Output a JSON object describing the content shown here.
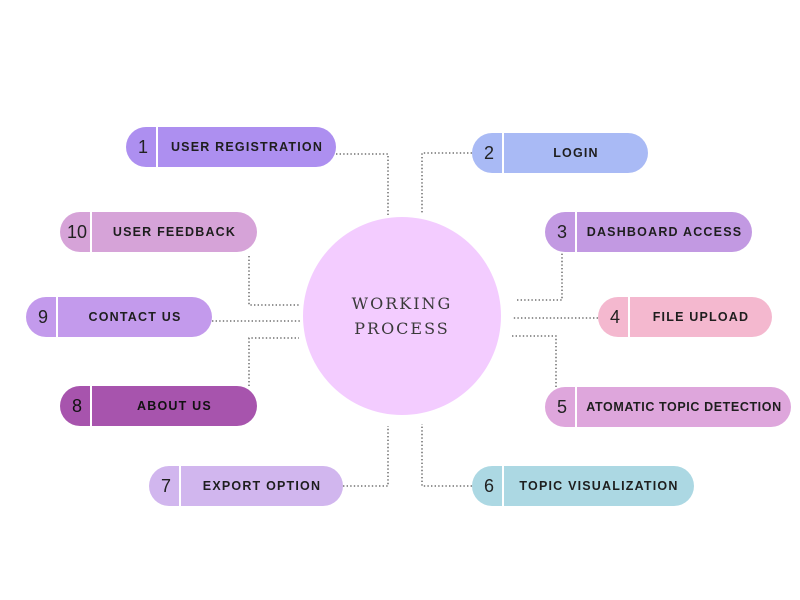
{
  "center": {
    "line1": "WORKING",
    "line2": "PROCESS",
    "color": "#f3ccff"
  },
  "steps": [
    {
      "num": "1",
      "label": "USER REGISTRATION",
      "color": "#ad8ff0"
    },
    {
      "num": "2",
      "label": "LOGIN",
      "color": "#a9baf5"
    },
    {
      "num": "3",
      "label": "DASHBOARD ACCESS",
      "color": "#c299e2"
    },
    {
      "num": "4",
      "label": "FILE UPLOAD",
      "color": "#f4b8cf"
    },
    {
      "num": "5",
      "label": "ATOMATIC TOPIC DETECTION",
      "color": "#dea6dc"
    },
    {
      "num": "6",
      "label": "TOPIC VISUALIZATION",
      "color": "#acd8e3"
    },
    {
      "num": "7",
      "label": "EXPORT OPTION",
      "color": "#d1b6ee"
    },
    {
      "num": "8",
      "label": "ABOUT US",
      "color": "#a754ad"
    },
    {
      "num": "9",
      "label": "CONTACT US",
      "color": "#c39aec"
    },
    {
      "num": "10",
      "label": "USER FEEDBACK",
      "color": "#d6a3d8"
    }
  ]
}
